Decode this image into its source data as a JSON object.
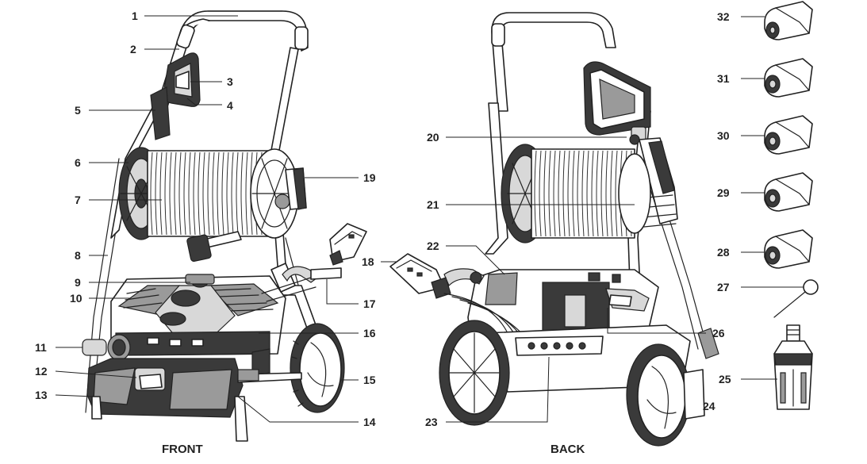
{
  "captions": {
    "front": "FRONT",
    "back": "BACK"
  },
  "callouts": {
    "c1": "1",
    "c2": "2",
    "c3": "3",
    "c4": "4",
    "c5": "5",
    "c6": "6",
    "c7": "7",
    "c8": "8",
    "c9": "9",
    "c10": "10",
    "c11": "11",
    "c12": "12",
    "c13": "13",
    "c14": "14",
    "c15": "15",
    "c16": "16",
    "c17": "17",
    "c18": "18",
    "c19": "19",
    "c20": "20",
    "c21": "21",
    "c22": "22",
    "c23": "23",
    "c24": "24",
    "c25": "25",
    "c26": "26",
    "c27": "27",
    "c28": "28",
    "c29": "29",
    "c30": "30",
    "c31": "31",
    "c32": "32"
  }
}
